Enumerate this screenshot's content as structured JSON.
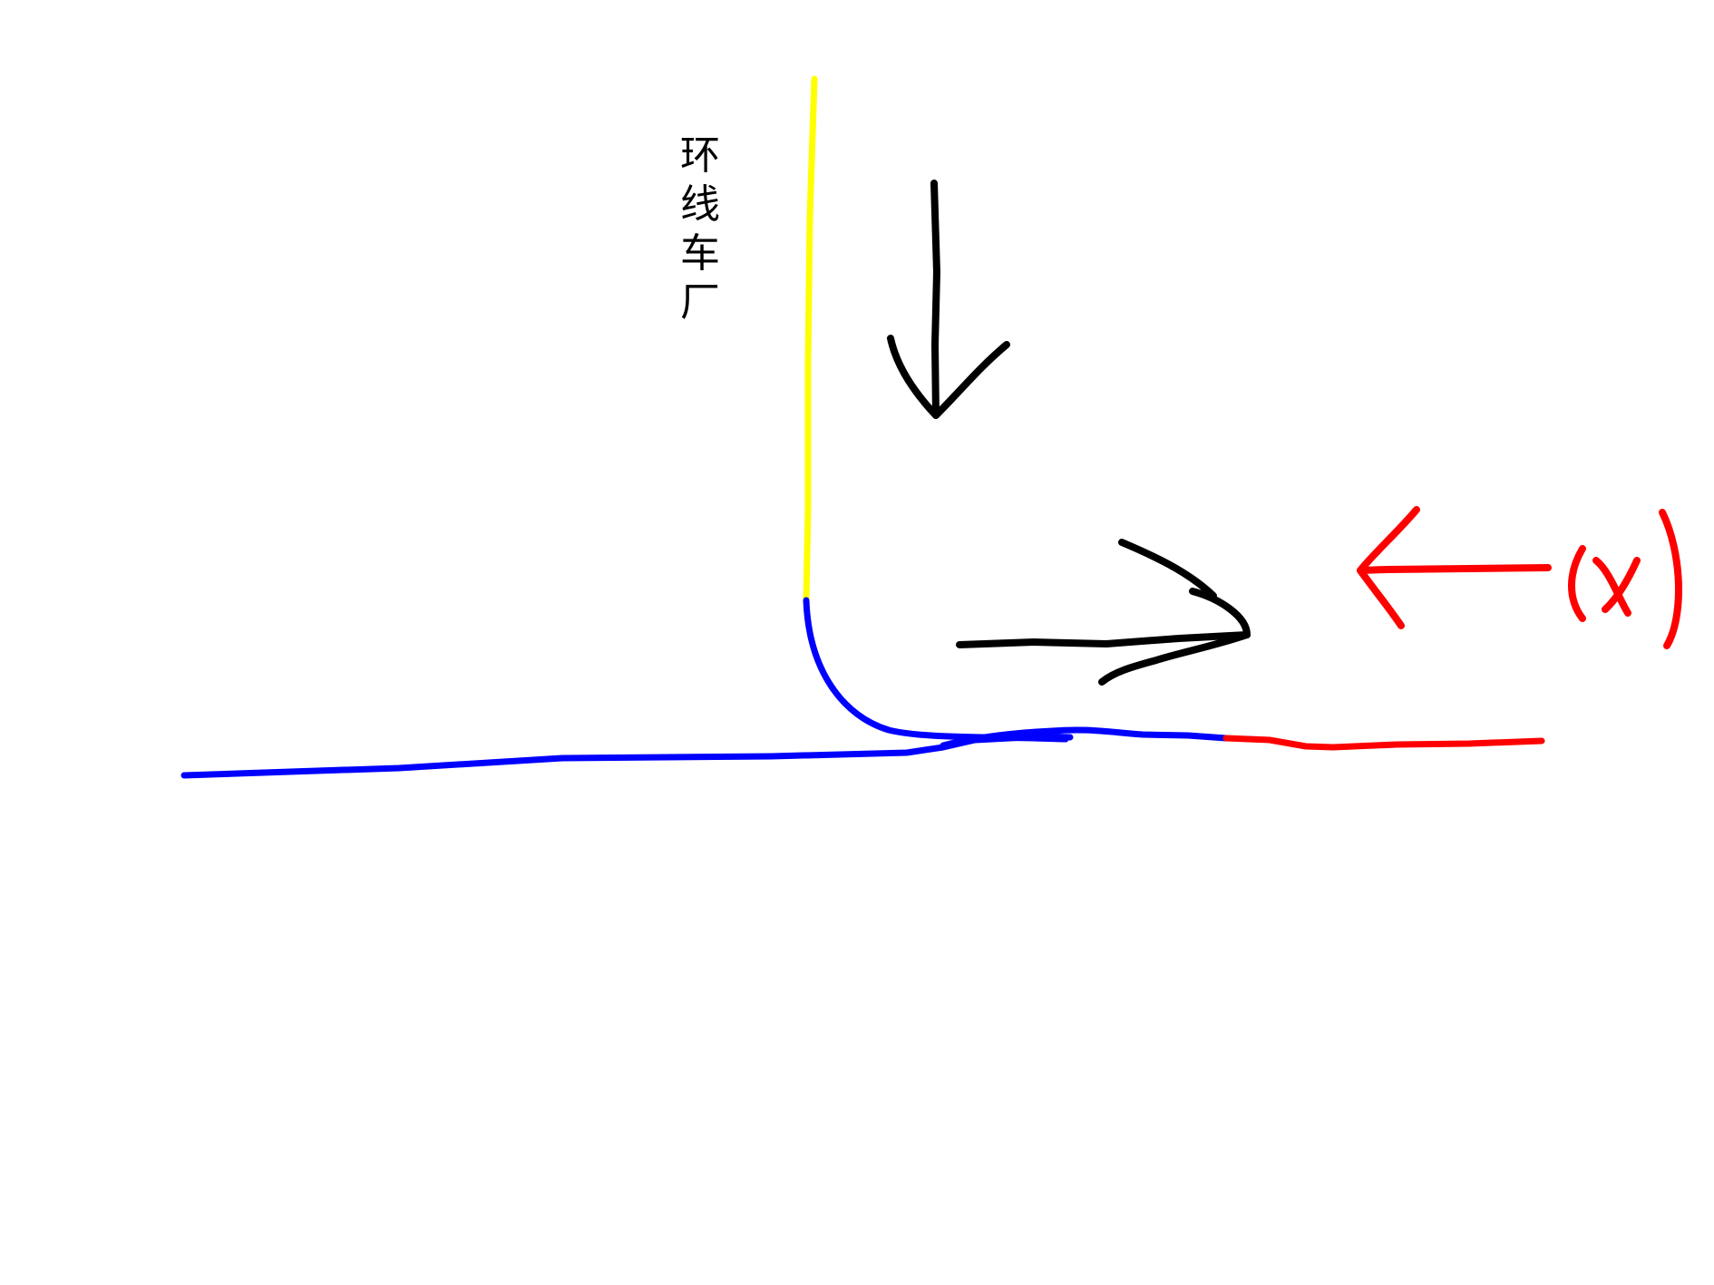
{
  "labels": {
    "depot_chars": [
      "环",
      "线",
      "车",
      "厂"
    ],
    "marker_text": "(x)"
  },
  "colors": {
    "depot_track": "#ffff00",
    "main_line": "#0000ff",
    "red_segment": "#ff0000",
    "arrows": "#000000",
    "background": "#ffffff"
  }
}
